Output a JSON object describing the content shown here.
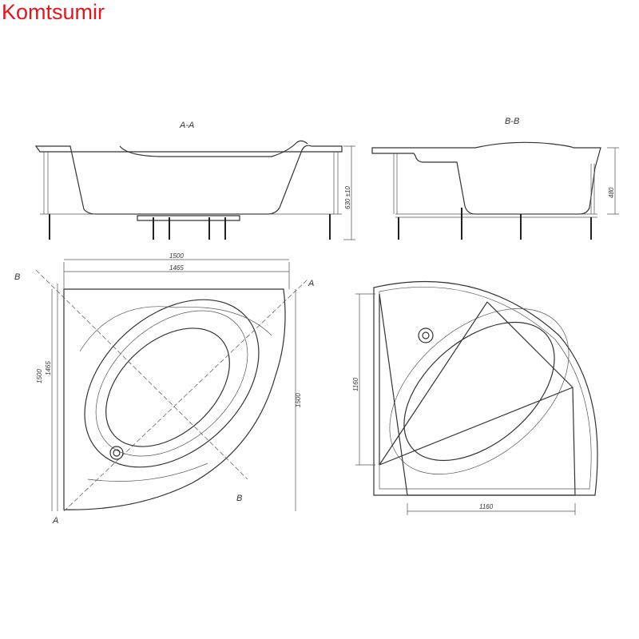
{
  "brand": "Komtsumir",
  "section_aa": {
    "title": "A-A",
    "height_dim": "630 ±10"
  },
  "section_bb": {
    "title": "B-B",
    "height_dim": "480"
  },
  "plan": {
    "width_outer": "1500",
    "width_inner": "1465",
    "height_outer": "1500",
    "height_inner": "1465",
    "side_dim": "1500",
    "cut_b1": "B",
    "cut_a1": "A",
    "cut_b2": "B",
    "cut_a2": "A"
  },
  "frame_plan": {
    "height_dim": "1160",
    "width_dim": "1160"
  }
}
